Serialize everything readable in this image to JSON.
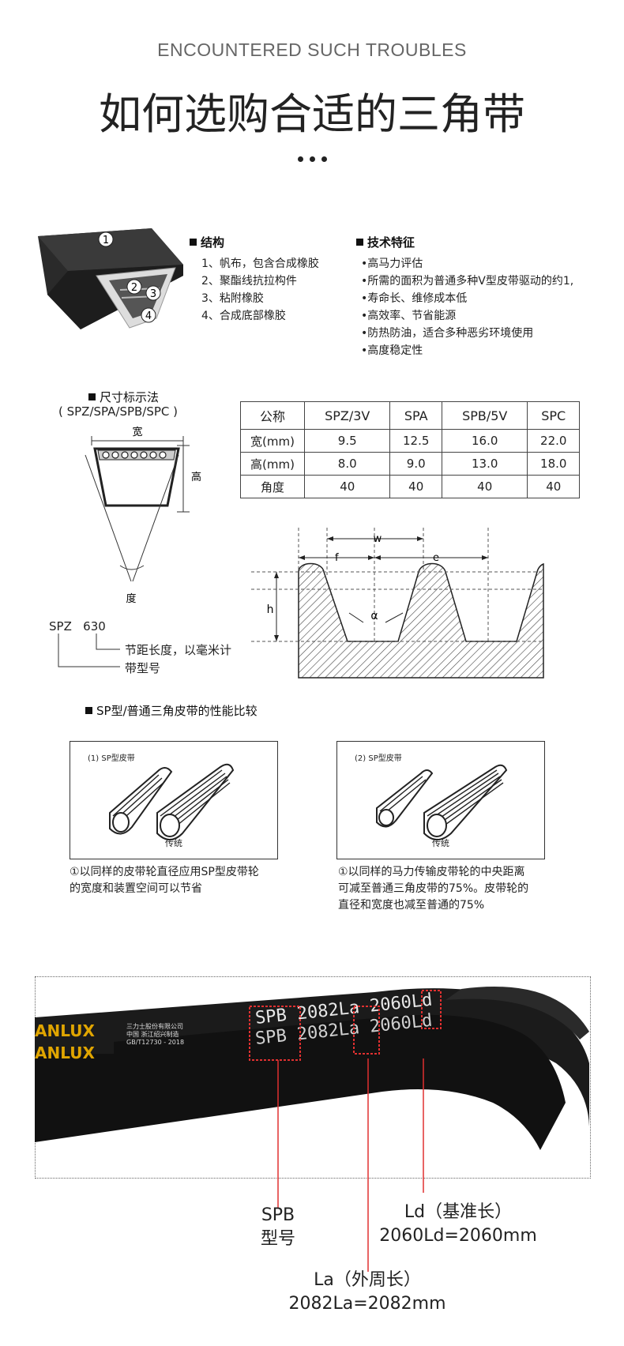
{
  "header": {
    "subtitle": "ENCOUNTERED SUCH TROUBLES",
    "title": "如何选购合适的三角带"
  },
  "structure": {
    "heading": "结构",
    "items": [
      "1、帆布，包含合成橡胶",
      "2、聚酯线抗拉构件",
      "3、粘附橡胶",
      "4、合成底部橡胶"
    ],
    "markers": [
      "1",
      "2",
      "3",
      "4"
    ]
  },
  "features": {
    "heading": "技术特征",
    "items": [
      "•高马力评估",
      "•所需的面积为普通多种V型皮带驱动的约1,",
      "•寿命长、维修成本低",
      "•高效率、节省能源",
      "•防热防油，适合多种恶劣环境使用",
      "•高度稳定性"
    ]
  },
  "dimension": {
    "heading": "尺寸标示法",
    "types": "( SPZ/SPA/SPB/SPC )",
    "width_label": "宽",
    "height_label": "高",
    "angle_label": "度",
    "example_code": "SPZ   630",
    "pitch_note": "节距长度，以毫米计",
    "type_note": "带型号"
  },
  "spec_table": {
    "header": [
      "公称",
      "SPZ/3V",
      "SPA",
      "SPB/5V",
      "SPC"
    ],
    "rows": [
      [
        "宽(mm)",
        "9.5",
        "12.5",
        "16.0",
        "22.0"
      ],
      [
        "高(mm)",
        "8.0",
        "9.0",
        "13.0",
        "18.0"
      ],
      [
        "角度",
        "40",
        "40",
        "40",
        "40"
      ]
    ]
  },
  "groove": {
    "w": "w",
    "f": "f",
    "e": "e",
    "h": "h",
    "alpha": "α"
  },
  "comparison": {
    "heading": "SP型/普通三角皮带的性能比较",
    "panels": [
      {
        "tag": "(1) SP型皮带",
        "label": "传统",
        "caption": [
          "①以同样的皮带轮直径应用SP型皮带轮",
          "的宽度和装置空间可以节省"
        ]
      },
      {
        "tag": "(2) SP型皮带",
        "label": "传统",
        "caption": [
          "①以同样的马力传输皮带轮的中央距离",
          "可减至普通三角皮带的75%。皮带轮的",
          "直径和宽度也减至普通的75%"
        ]
      }
    ]
  },
  "photo": {
    "brand": "ANLUX",
    "print_1": "SPB 2082La 2060Ld",
    "print_2": "SPB 2082La 2060Ld",
    "maker_lines": [
      "三力士股份有限公司",
      "中国 浙江绍兴制造",
      "GB/T12730 - 2018"
    ]
  },
  "callouts": {
    "spb_code": "SPB",
    "spb_desc": "型号",
    "ld_title": "Ld（基准长）",
    "ld_value": "2060Ld=2060mm",
    "la_title": "La（外周长）",
    "la_value": "2082La=2082mm"
  }
}
